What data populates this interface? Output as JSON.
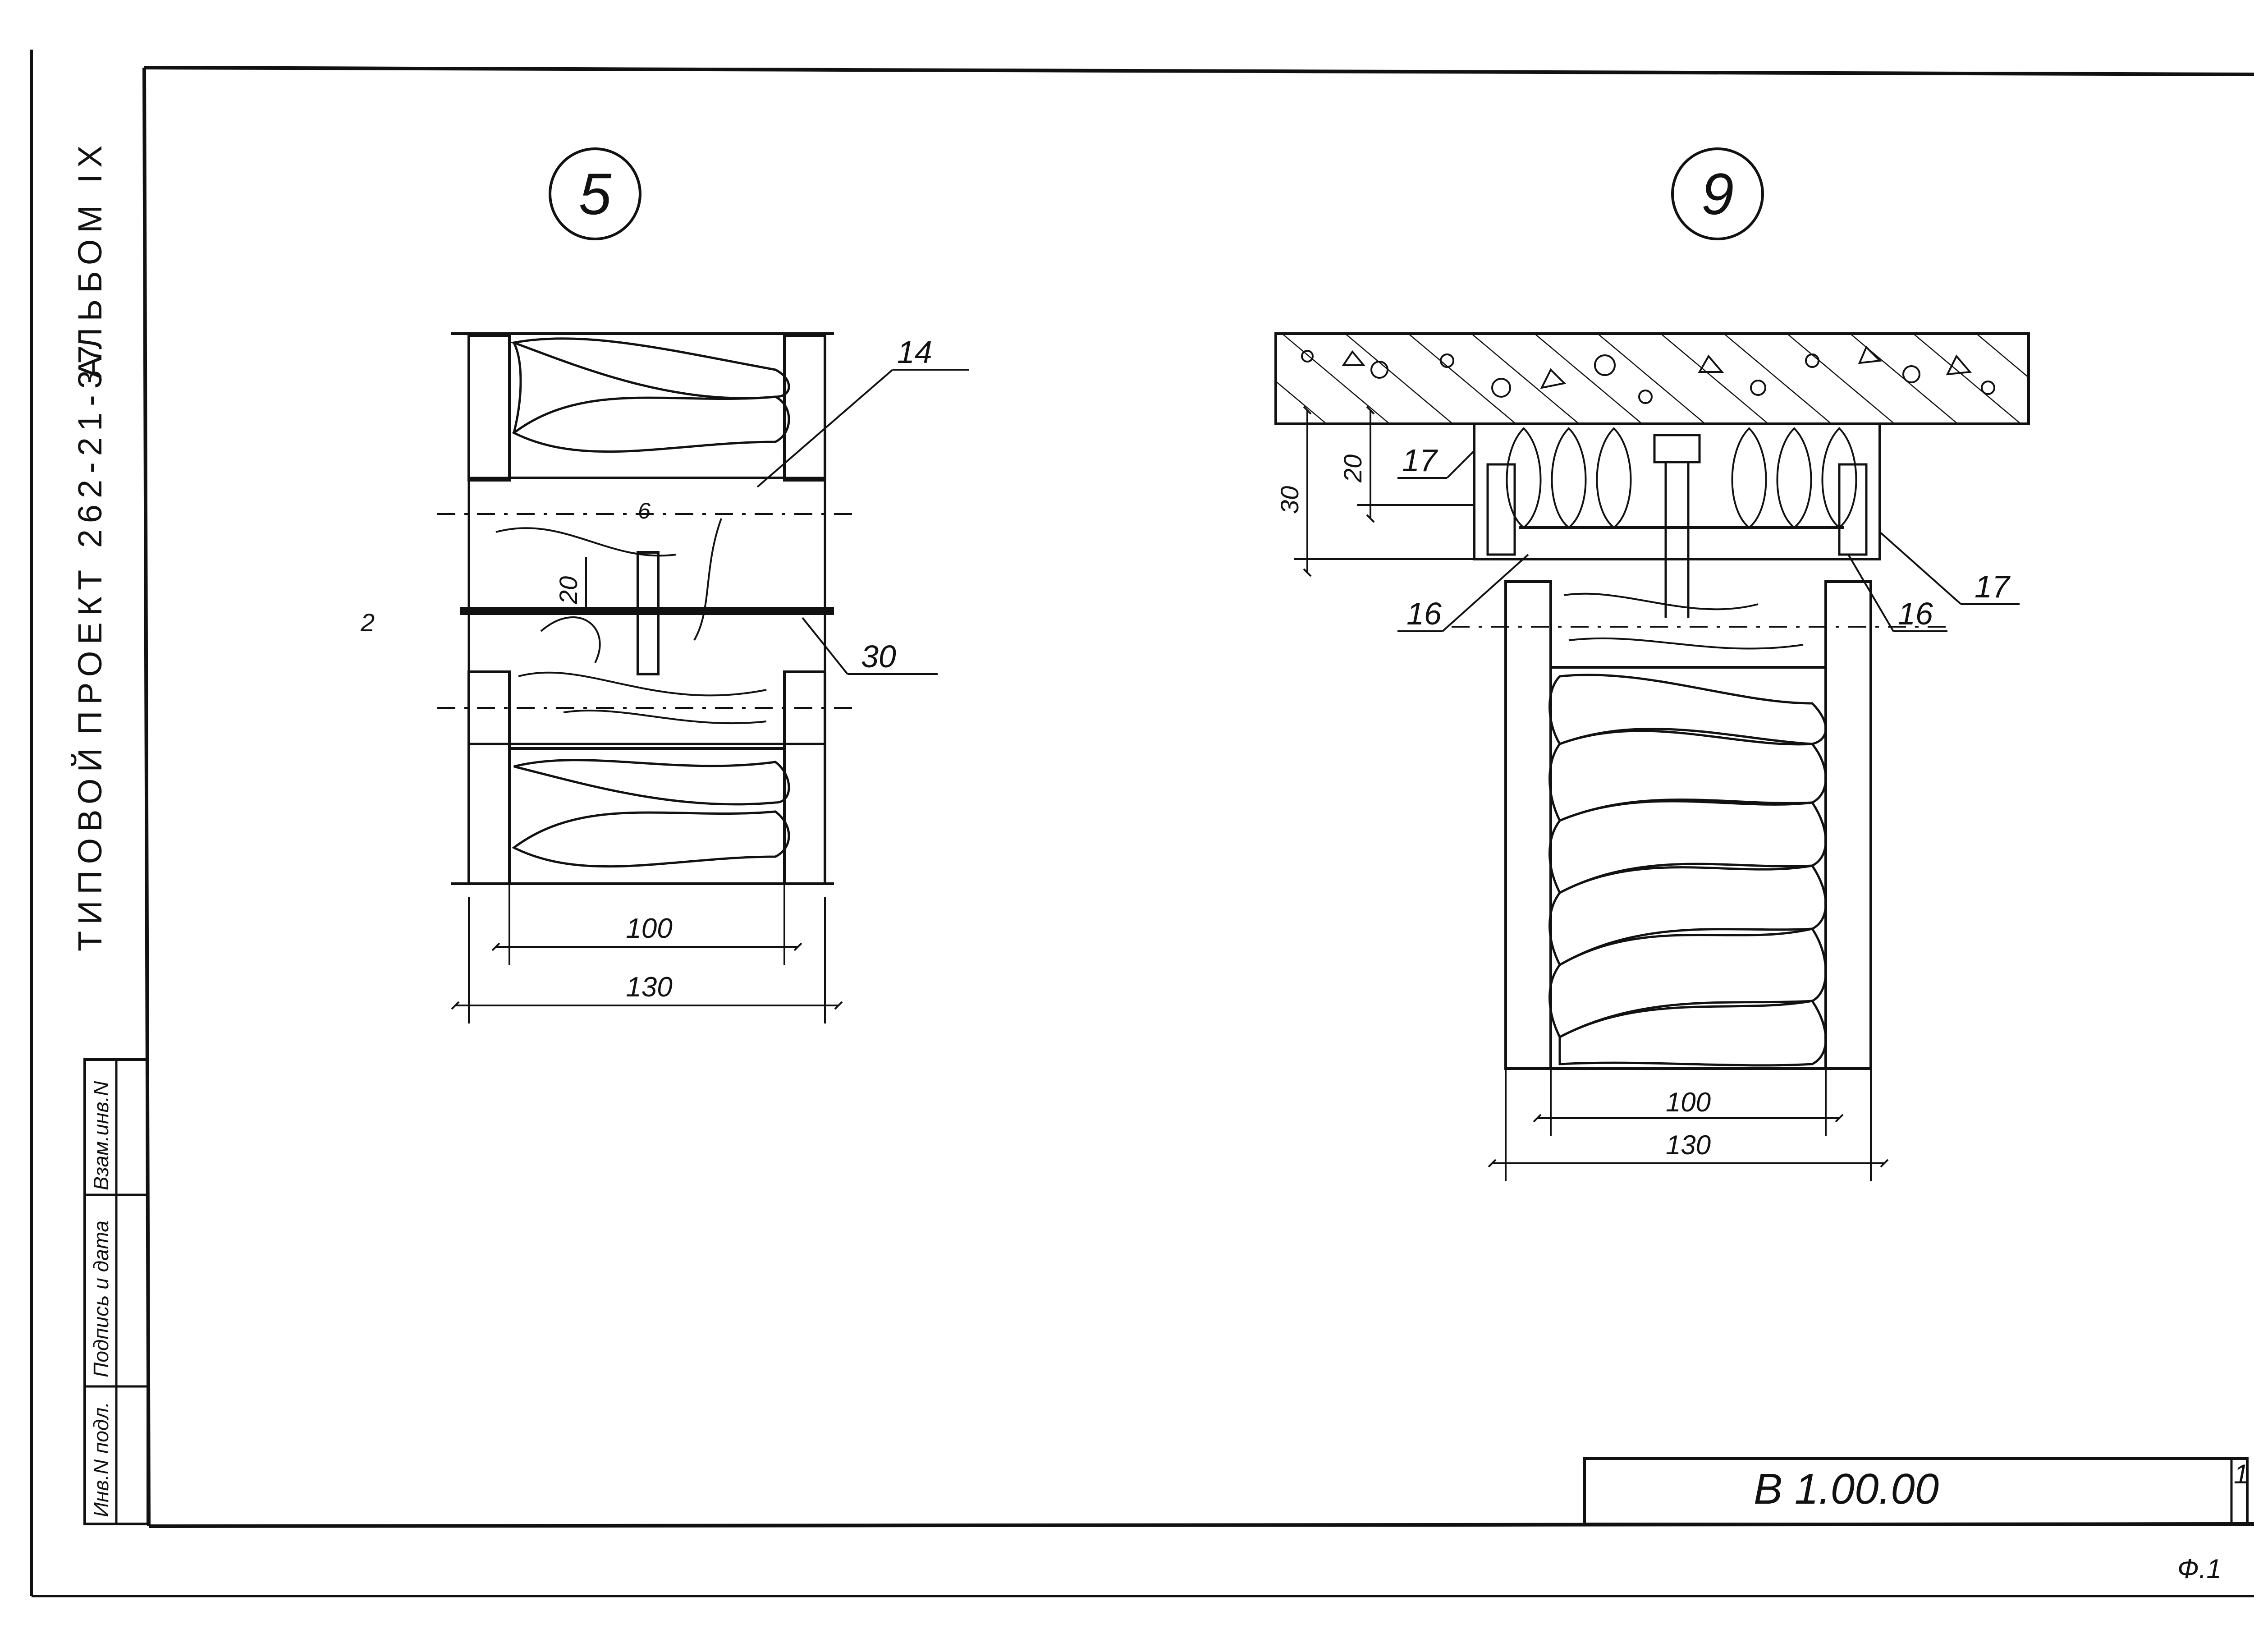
{
  "sheet": {
    "side_title": {
      "series": "ТИПОВОЙ",
      "project": "ПРОЕКТ 262-21-37",
      "album": "АЛЬБОМ IX"
    },
    "stamp_columns": [
      "Инв.N подл.",
      "Подпись и дата",
      "Взам.инв.N"
    ],
    "designation": "В 1.00.00",
    "format_mark": "Ф.1",
    "edge_mark": "1"
  },
  "detail_5": {
    "number": "5",
    "callouts": [
      "14",
      "30"
    ],
    "dims": {
      "small_gap": "6",
      "inner_height": "20",
      "joint": "2",
      "inner_width": "100",
      "outer_width": "130"
    }
  },
  "detail_9": {
    "number": "9",
    "callouts": {
      "left_top": "17",
      "right_top": "17",
      "left_bottom": "16",
      "right_bottom": "16"
    },
    "dims": {
      "height_20": "20",
      "height_30": "30",
      "inner_width": "100",
      "outer_width": "130"
    }
  },
  "colors": {
    "ink": "#111111",
    "paper": "#ffffff"
  }
}
